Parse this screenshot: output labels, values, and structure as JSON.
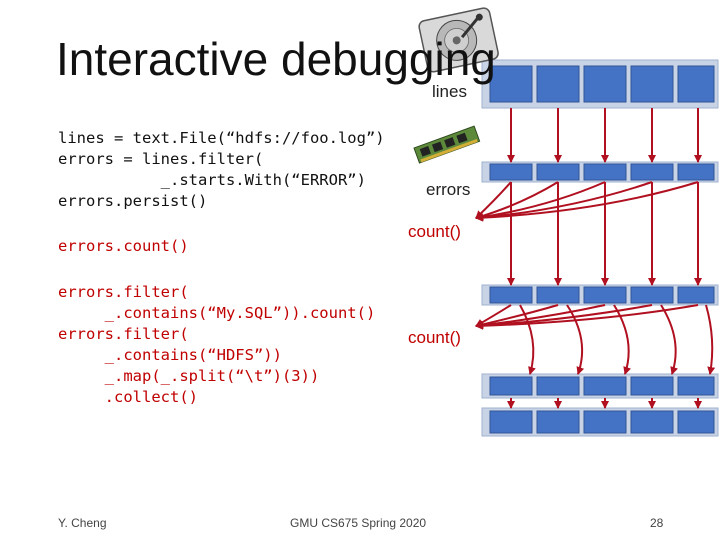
{
  "slide": {
    "title": "Interactive debugging",
    "code_block_1": "lines = text.File(“hdfs://foo.log”)\nerrors = lines.filter(\n           _.starts.With(“ERROR”)\nerrors.persist()",
    "code_block_2": "errors.count()",
    "code_block_3": "errors.filter(\n     _.contains(“My.SQL”)).count()\nerrors.filter(\n     _.contains(“HDFS”))\n     _.map(_.split(“\\t”)(3))\n     .collect()",
    "labels": {
      "lines": "lines",
      "errors": "errors",
      "count_1": "count()",
      "count_2": "count()"
    },
    "footer": {
      "author": "Y. Cheng",
      "course": "GMU CS675 Spring 2020",
      "page": "28"
    },
    "icons": {
      "lines_icon": "hard-drive-icon",
      "errors_icon": "memory-module-icon"
    },
    "colors": {
      "partition_fill": "#4472c4",
      "partition_border": "#2f5597",
      "band_fill": "#c9d3e6",
      "arrow": "#b01020",
      "code_red": "#c00000"
    }
  }
}
